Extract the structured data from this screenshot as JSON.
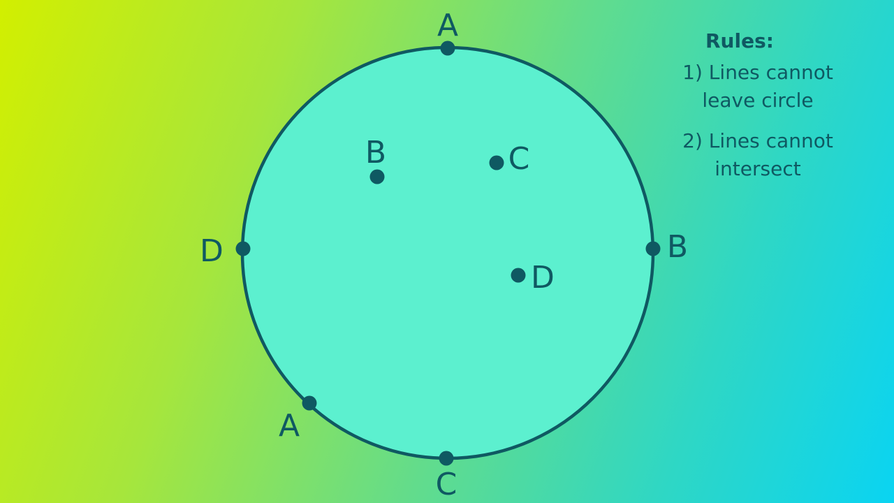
{
  "colors": {
    "circle_fill": "#5cf0cf",
    "circle_stroke": "#0f5962",
    "dot": "#0f5962",
    "text": "#0f5962"
  },
  "points": [
    {
      "label": "A",
      "location": "circle-top",
      "dot_name": "point-a-top-dot",
      "label_name": "point-a-top-label"
    },
    {
      "label": "B",
      "location": "inside-left",
      "dot_name": "point-b-inside-dot",
      "label_name": "point-b-inside-label"
    },
    {
      "label": "C",
      "location": "inside-right",
      "dot_name": "point-c-inside-dot",
      "label_name": "point-c-inside-label"
    },
    {
      "label": "D",
      "location": "circle-left",
      "dot_name": "point-d-left-dot",
      "label_name": "point-d-left-label"
    },
    {
      "label": "B",
      "location": "circle-right",
      "dot_name": "point-b-right-dot",
      "label_name": "point-b-right-label"
    },
    {
      "label": "D",
      "location": "inside-lower",
      "dot_name": "point-d-inside-dot",
      "label_name": "point-d-inside-label"
    },
    {
      "label": "A",
      "location": "circle-lower-left",
      "dot_name": "point-a-lower-dot",
      "label_name": "point-a-lower-label"
    },
    {
      "label": "C",
      "location": "circle-bottom",
      "dot_name": "point-c-bottom-dot",
      "label_name": "point-c-bottom-label"
    }
  ],
  "rules": {
    "title": "Rules:",
    "items": [
      {
        "lines": [
          "1) Lines cannot",
          "leave circle"
        ]
      },
      {
        "lines": [
          "2) Lines cannot",
          "intersect"
        ]
      }
    ]
  }
}
